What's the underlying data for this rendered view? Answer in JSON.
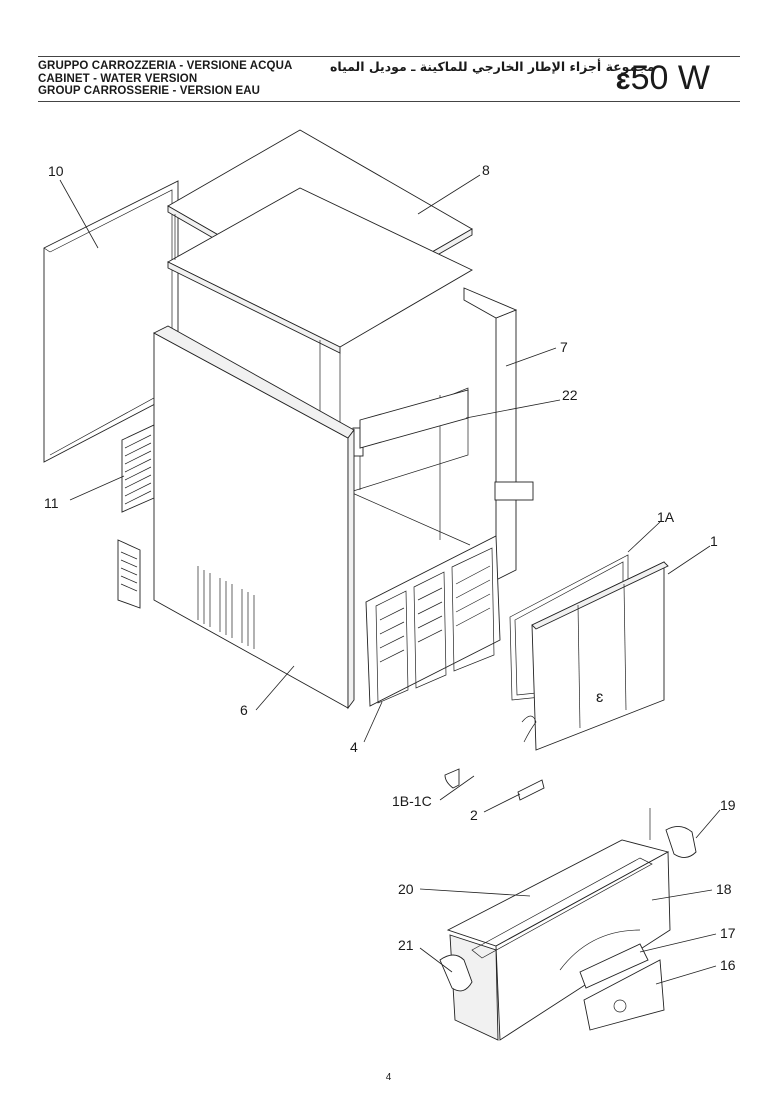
{
  "header": {
    "title_it": "GRUPPO CARROZZERIA - VERSIONE ACQUA",
    "title_en": "CABINET - WATER VERSION",
    "title_fr": "GROUP CARROSSERIE - VERSION EAU",
    "title_ar": "مجموعة أجزاء الإطار الخارجي للماكينة ـ موديل المياه",
    "model_mark": "ɛ",
    "model_name": "50 W"
  },
  "callouts": {
    "c10": "10",
    "c8": "8",
    "c7": "7",
    "c22": "22",
    "c11": "11",
    "c1A": "1A",
    "c1": "1",
    "c6": "6",
    "c4": "4",
    "c1B1C": "1B-1C",
    "c2": "2",
    "c19": "19",
    "c20": "20",
    "c18": "18",
    "c21": "21",
    "c17": "17",
    "c16": "16"
  },
  "page": {
    "number": "4"
  }
}
